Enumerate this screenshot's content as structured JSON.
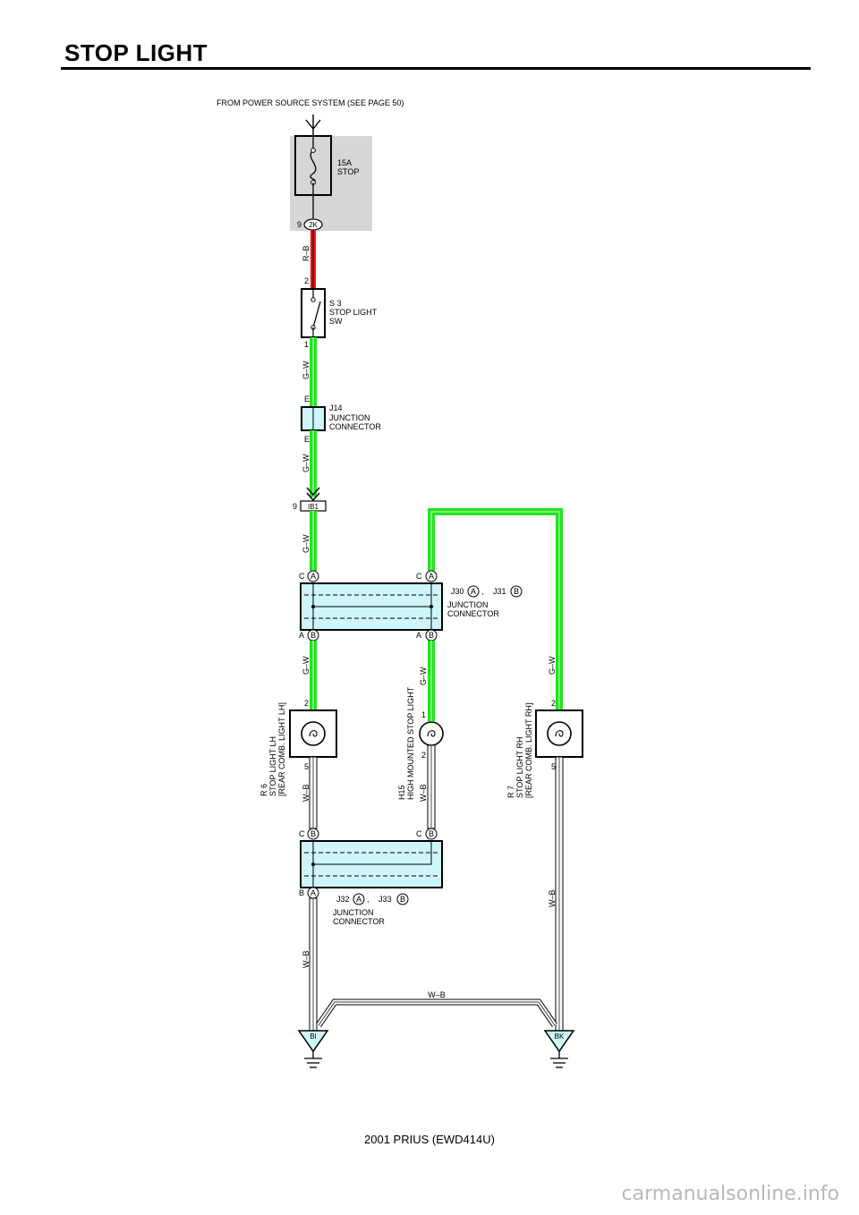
{
  "header": {
    "title": "STOP LIGHT"
  },
  "footer": {
    "model": "2001 PRIUS (EWD414U)"
  },
  "watermark": "carmanualsonline.info",
  "colors": {
    "red_wire": "#e8141b",
    "green_wire": "#22e41e",
    "fuse_box": "#d6d6d6",
    "junction_fill": "#cdf5fa"
  },
  "diagram": {
    "source_note": "FROM POWER SOURCE SYSTEM (SEE PAGE 50)",
    "fuse": {
      "rating": "15A",
      "name": "STOP"
    },
    "conn_2k": {
      "pin": "9",
      "id": "2K"
    },
    "wire_rb": "R–B",
    "switch": {
      "id": "S 3",
      "line1": "STOP LIGHT",
      "line2": "SW",
      "pin_top": "2",
      "pin_bottom": "1"
    },
    "wire_gw_1": "G–W",
    "j14": {
      "id": "J14",
      "line1": "JUNCTION",
      "line2": "CONNECTOR",
      "pin_top": "E",
      "pin_bottom": "E"
    },
    "wire_gw_2": "G–W",
    "conn_ib1": {
      "pin": "9",
      "id": "IB1"
    },
    "wire_gw_3": "G–W",
    "jc_upper": {
      "pin_tl": "C",
      "badge_tl": "A",
      "pin_tr": "C",
      "badge_tr": "A",
      "pin_bl": "A",
      "badge_bl": "B",
      "pin_br": "A",
      "badge_br": "B",
      "ref1": "J30",
      "ref1_badge": "A",
      "sep": ",",
      "ref2": "J31",
      "ref2_badge": "B",
      "line1": "JUNCTION",
      "line2": "CONNECTOR"
    },
    "wire_gw_lh": "G–W",
    "wire_gw_hm": "G–W",
    "wire_gw_rh": "G–W",
    "lamp_lh": {
      "id": "R 6",
      "line1": "STOP LIGHT LH",
      "line2": "[REAR COMB. LIGHT LH]",
      "pin_top": "2",
      "pin_bottom": "5"
    },
    "lamp_hm": {
      "id": "H15",
      "line1": "HIGH MOUNTED STOP LIGHT",
      "pin_top": "1",
      "pin_bottom": "2"
    },
    "lamp_rh": {
      "id": "R 7",
      "line1": "STOP LIGHT RH",
      "line2": "[REAR COMB. LIGHT RH]",
      "pin_top": "2",
      "pin_bottom": "5"
    },
    "wire_wb_lh": "W–B",
    "wire_wb_hm": "W–B",
    "wire_wb_rh": "W–B",
    "jc_lower": {
      "pin_tl": "C",
      "badge_tl": "B",
      "pin_tr": "C",
      "badge_tr": "B",
      "pin_bl": "B",
      "badge_bl": "A",
      "ref1": "J32",
      "ref1_badge": "A",
      "sep": ",",
      "ref2": "J33",
      "ref2_badge": "B",
      "line1": "JUNCTION",
      "line2": "CONNECTOR"
    },
    "wire_wb_ground": "W–B",
    "wire_wb_bottom": "W–B",
    "ground_left": "BI",
    "ground_right": "BK"
  }
}
